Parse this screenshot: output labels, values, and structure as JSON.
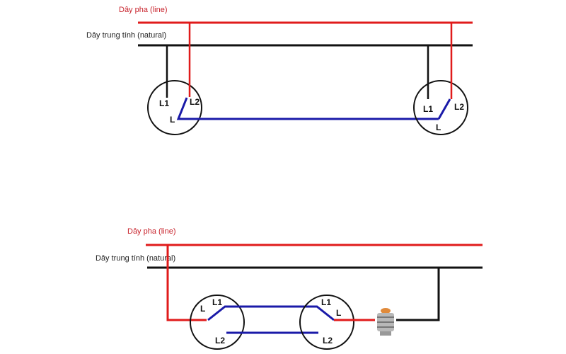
{
  "colors": {
    "line": "#e01b1b",
    "neutral": "#111111",
    "traveler": "#1a1aa8",
    "label_red": "#c8232c"
  },
  "top_diagram": {
    "line_label": "Dây pha (line)",
    "neutral_label": "Dây trung tính (natural)",
    "left_switch": {
      "l1": "L1",
      "l2": "L2",
      "l": "L"
    },
    "right_switch": {
      "l1": "L1",
      "l2": "L2",
      "l": "L"
    }
  },
  "bottom_diagram": {
    "line_label": "Dây pha (line)",
    "neutral_label": "Dây trung tính (natural)",
    "left_switch": {
      "l1": "L1",
      "l2": "L2",
      "l": "L"
    },
    "right_switch": {
      "l1": "L1",
      "l2": "L2",
      "l": "L"
    },
    "lamp": "light-bulb-socket-icon"
  }
}
